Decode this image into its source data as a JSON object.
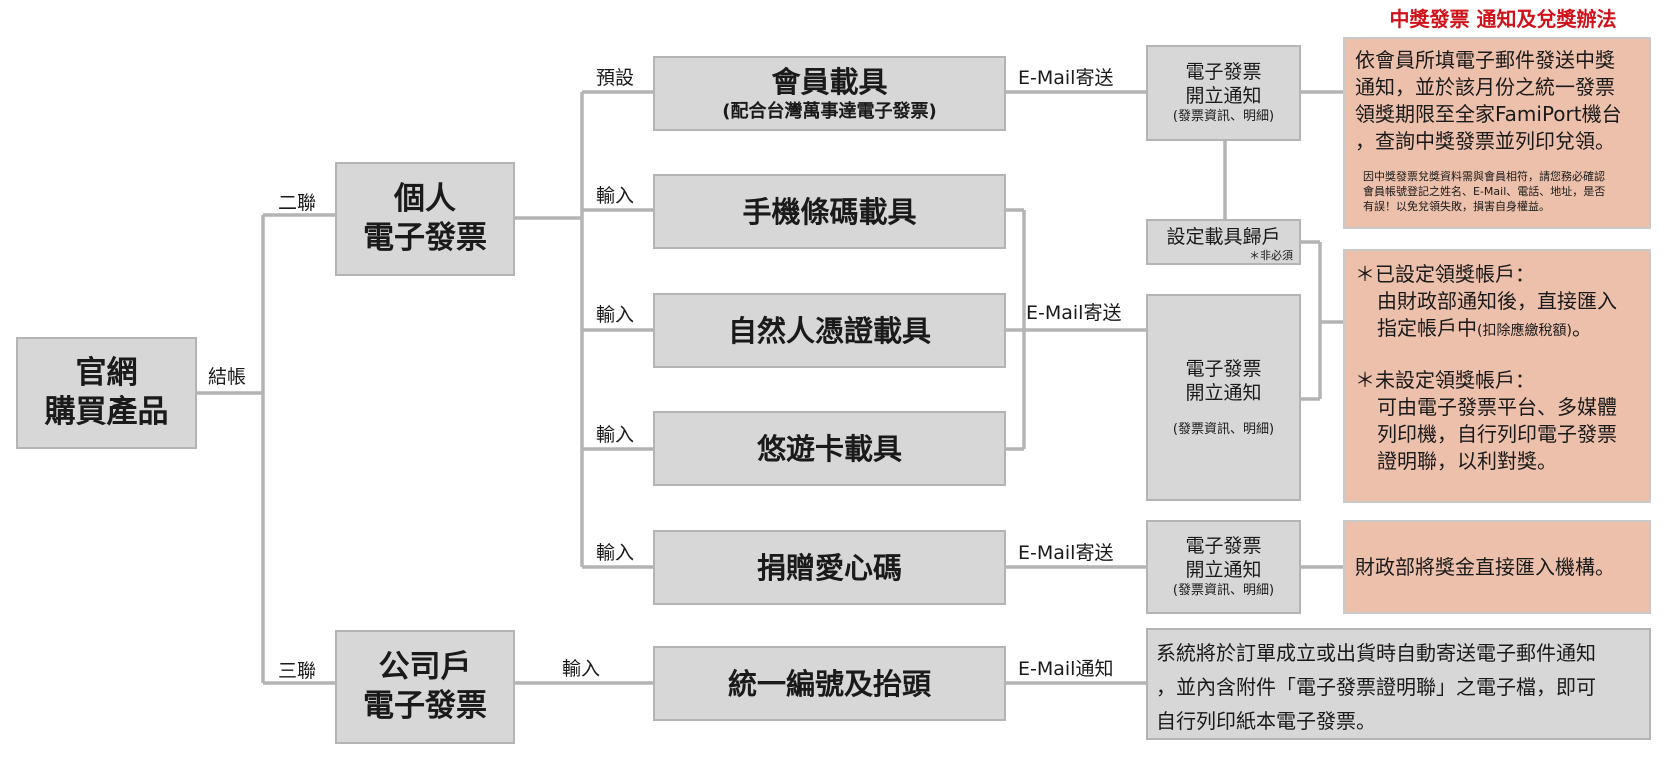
{
  "header": {
    "title": "中獎發票 通知及兌獎辦法"
  },
  "root": {
    "line1": "官網",
    "line2": "購買產品"
  },
  "edge_labels": {
    "checkout": "結帳",
    "two_part": "二聯",
    "three_part": "三聯",
    "default": "預設",
    "input": "輸入",
    "email_send": "E-Mail寄送",
    "email_notify": "E-Mail通知"
  },
  "personal": {
    "line1": "個人",
    "line2": "電子發票"
  },
  "company": {
    "line1": "公司戶",
    "line2": "電子發票"
  },
  "carriers": {
    "member": {
      "title": "會員載具",
      "sub": "(配合台灣萬事達電子發票)"
    },
    "mobile": "手機條碼載具",
    "citizen": "自然人憑證載具",
    "easycard": "悠遊卡載具",
    "donate": "捐贈愛心碼",
    "tax_id": "統一編號及抬頭"
  },
  "invoice_notice": {
    "line1": "電子發票",
    "line2": "開立通知",
    "detail": "(發票資訊、明細)"
  },
  "carrier_set": {
    "label": "設定載具歸戶",
    "note": "＊非必須"
  },
  "prize_member": {
    "text": [
      "依會員所填電子郵件發送中獎",
      "通知，並於該月份之統一發票",
      "領獎期限至全家FamiPort機台",
      "，查詢中獎發票並列印兌領。"
    ],
    "note": [
      "因中獎發票兌獎資料需與會員相符，請您務必確認",
      "會員帳號登記之姓名、E-Mail、電話、地址，是否",
      "有誤！以免兌領失敗，損害自身權益。"
    ]
  },
  "prize_account": {
    "set_title": "＊已設定領獎帳戶：",
    "set_lines": [
      "由財政部通知後，直接匯入",
      "指定帳戶中"
    ],
    "set_small": "(扣除應繳稅額)",
    "set_end": "。",
    "unset_title": "＊未設定領獎帳戶：",
    "unset_lines": [
      "可由電子發票平台、多媒體",
      "列印機，自行列印電子發票",
      "證明聯，以利對獎。"
    ]
  },
  "prize_donate": {
    "text": "財政部將獎金直接匯入機構。"
  },
  "company_note": {
    "lines": [
      "系統將於訂單成立或出貨時自動寄送電子郵件通知",
      "，並內含附件「電子發票證明聯」之電子檔，即可",
      "自行列印紙本電子發票。"
    ]
  },
  "colors": {
    "box": "#d7d7d7",
    "box_border": "#b4b4b4",
    "prize": "#ecc0ab",
    "line": "#b4b4b4",
    "header": "#d0121b"
  }
}
